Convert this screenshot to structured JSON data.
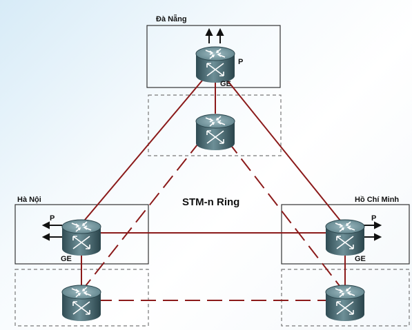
{
  "title": "STM-n Ring",
  "sites": {
    "danang": {
      "name": "Đà Nẵng",
      "p": "P",
      "ge": "GE"
    },
    "hanoi": {
      "name": "Hà Nội",
      "p": "P",
      "ge": "GE"
    },
    "hcm": {
      "name": "Hồ Chí Minh",
      "p": "P",
      "ge": "GE"
    }
  },
  "colors": {
    "link": "#8b1a1a",
    "box_border": "#333333",
    "dashed_box": "#777777",
    "router_top": "#5f8189",
    "router_body": "#3f5f67"
  },
  "icons": [
    "router-icon",
    "arrow-up-icon",
    "arrow-right-icon",
    "arrow-left-icon"
  ]
}
